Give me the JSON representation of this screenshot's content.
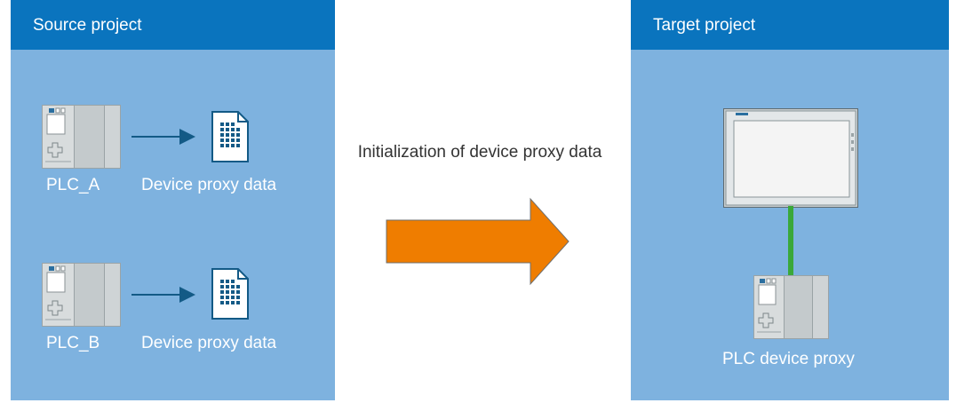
{
  "source": {
    "title": "Source project",
    "items": [
      {
        "plc_label": "PLC_A",
        "data_label": "Device proxy data"
      },
      {
        "plc_label": "PLC_B",
        "data_label": "Device proxy data"
      }
    ]
  },
  "transfer": {
    "caption": "Initialization of device proxy data"
  },
  "target": {
    "title": "Target project",
    "device_label": "PLC device proxy"
  },
  "colors": {
    "panel_background": "#7eb2df",
    "panel_header": "#0a74be",
    "transfer_arrow": "#ef7d00",
    "link_arrow": "#135a86",
    "connection_line": "#3aa83a"
  }
}
